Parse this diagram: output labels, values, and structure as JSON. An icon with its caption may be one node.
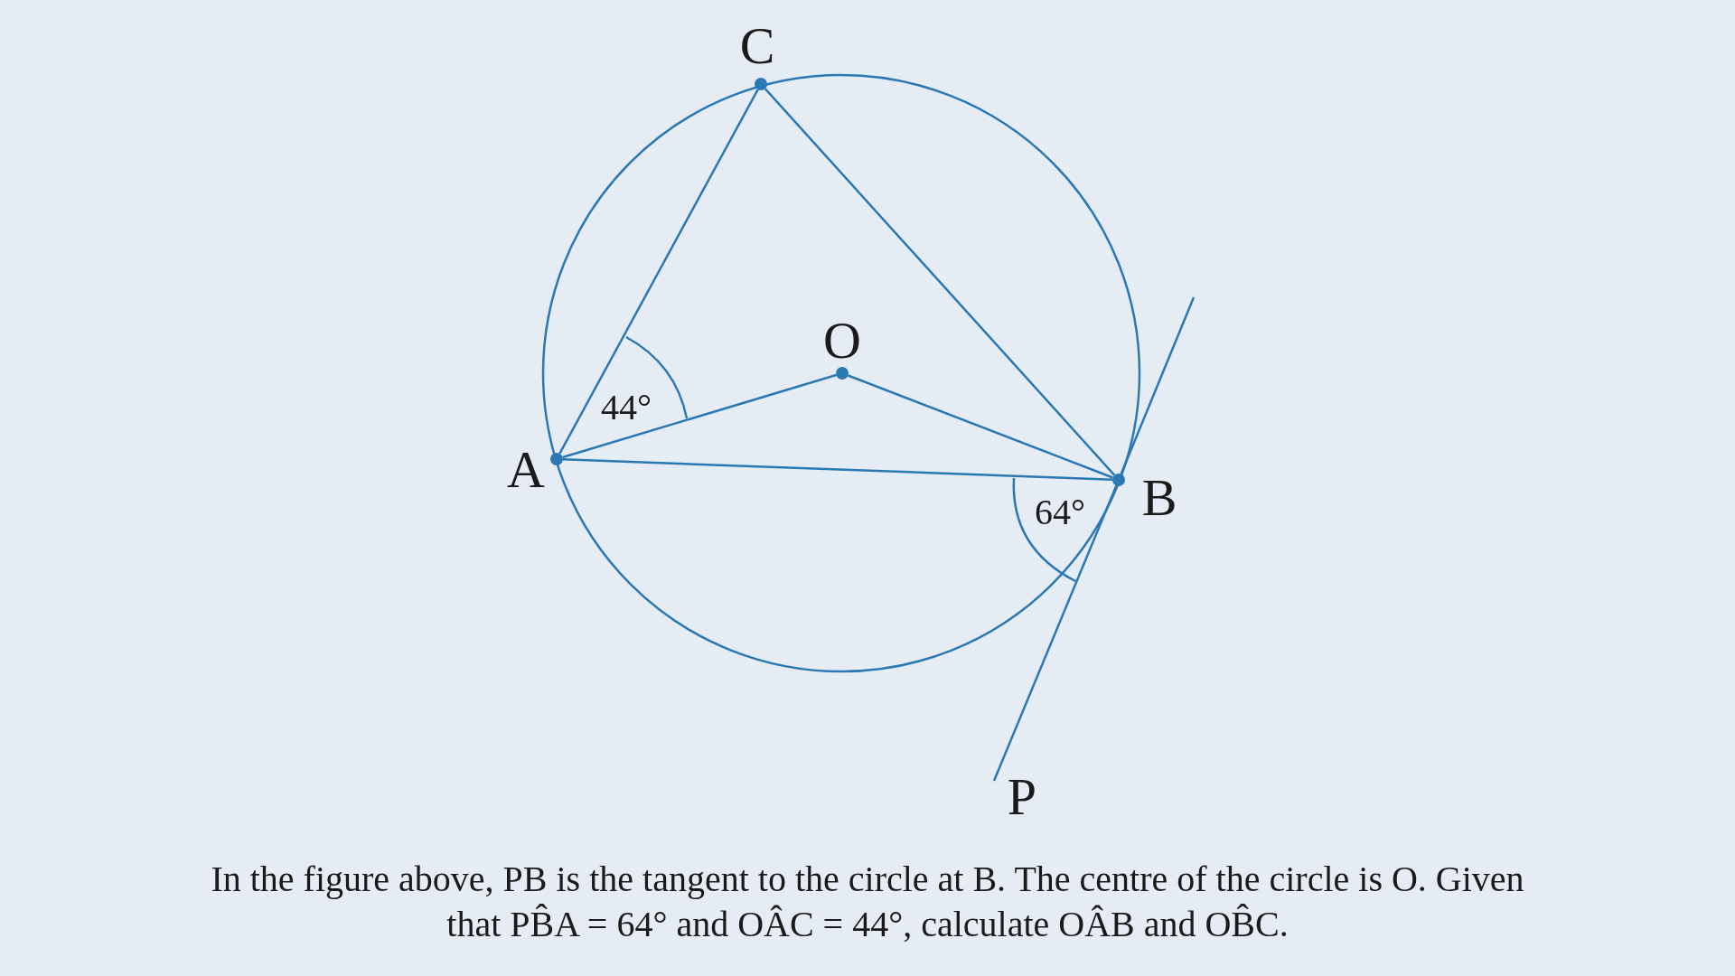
{
  "diagram": {
    "caption": "In the figure above, PB is the tangent to the circle at B. The centre of the circle is O. Given that PB̂A = 64° and OÂC = 44°, calculate OÂB and OB̂C.",
    "nodes": [
      {
        "text": [
          "C"
        ]
      },
      {
        "text": [
          "O"
        ]
      },
      {
        "text": [
          "A"
        ]
      },
      {
        "text": [
          "B"
        ]
      },
      {
        "text": [
          "P"
        ]
      }
    ],
    "edges": [
      {
        "from": 0,
        "to": 2,
        "arrow": "none"
      },
      {
        "from": 0,
        "to": 3,
        "arrow": "none"
      },
      {
        "from": 2,
        "to": 1,
        "arrow": "none"
      },
      {
        "from": 1,
        "to": 3,
        "arrow": "none"
      },
      {
        "from": 2,
        "to": 3,
        "arrow": "none"
      },
      {
        "from": 3,
        "to": 4,
        "arrow": "none"
      }
    ],
    "labels": [
      "44°",
      "64°"
    ]
  }
}
